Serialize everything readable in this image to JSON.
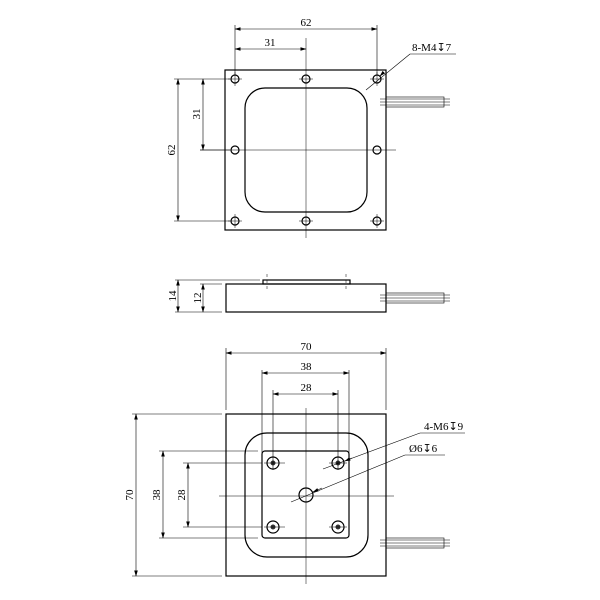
{
  "drawing": {
    "type": "mechanical-engineering-drawing",
    "views": {
      "top_view": {
        "dimensions": {
          "overall_width": "62",
          "half_width": "31",
          "overall_height": "62",
          "half_height": "31"
        },
        "callout": "8-M4↧7"
      },
      "side_view": {
        "dimensions": {
          "total_height": "14",
          "body_height": "12"
        }
      },
      "bottom_view": {
        "dimensions": {
          "overall_width": "70",
          "outer_hole_span_x": "38",
          "inner_hole_span_x": "28",
          "overall_height": "70",
          "outer_hole_span_y": "38",
          "inner_hole_span_y": "28"
        },
        "callout_threaded": "4-M6↧9",
        "callout_center": "Ø6↧6"
      }
    },
    "colors": {
      "line": "#000000",
      "background": "#ffffff"
    }
  }
}
